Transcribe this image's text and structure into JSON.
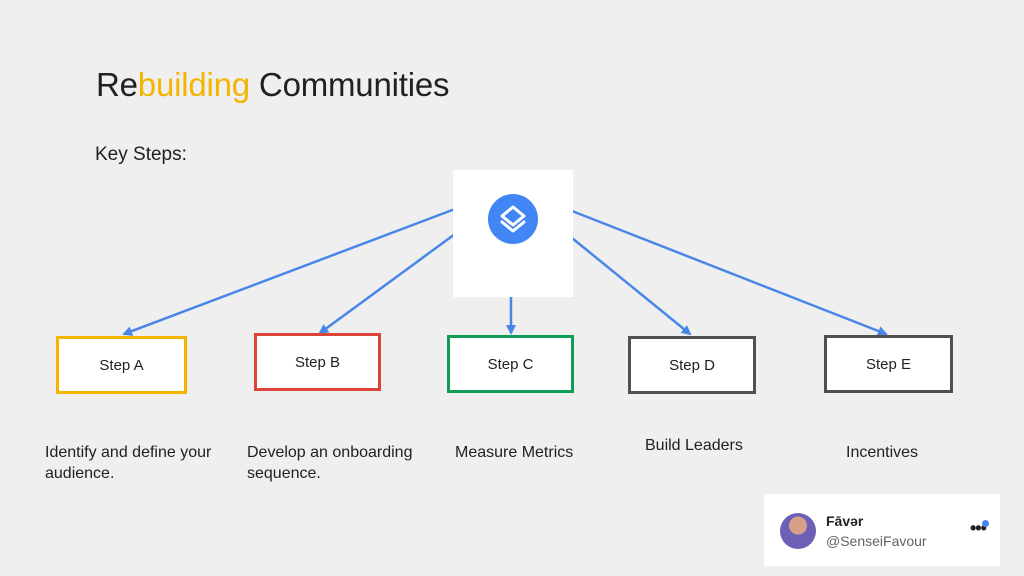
{
  "title": {
    "prefix": "Re",
    "highlight": "building",
    "suffix": " Communities"
  },
  "subtitle": "Key Steps:",
  "hub": {
    "icon": "layers-icon"
  },
  "steps": [
    {
      "label": "Step A",
      "description": "Identify and define your audience."
    },
    {
      "label": "Step B",
      "description": "Develop an onboarding sequence."
    },
    {
      "label": "Step C",
      "description": "Measure Metrics"
    },
    {
      "label": "Step D",
      "description": "Build Leaders"
    },
    {
      "label": "Step E",
      "description": "Incentives"
    }
  ],
  "colors": {
    "highlight": "#f4b400",
    "arrow": "#4a86e8",
    "step_a": "#f4b400",
    "step_b": "#db4437",
    "step_c": "#0f9d58",
    "step_d": "#505050",
    "step_e": "#505050"
  },
  "profile": {
    "name": "Fāvər",
    "handle": "@SenseiFavour",
    "avatar_icon": "avatar-icon",
    "more_icon": "more-icon",
    "status_icon": "status-dot-icon"
  }
}
